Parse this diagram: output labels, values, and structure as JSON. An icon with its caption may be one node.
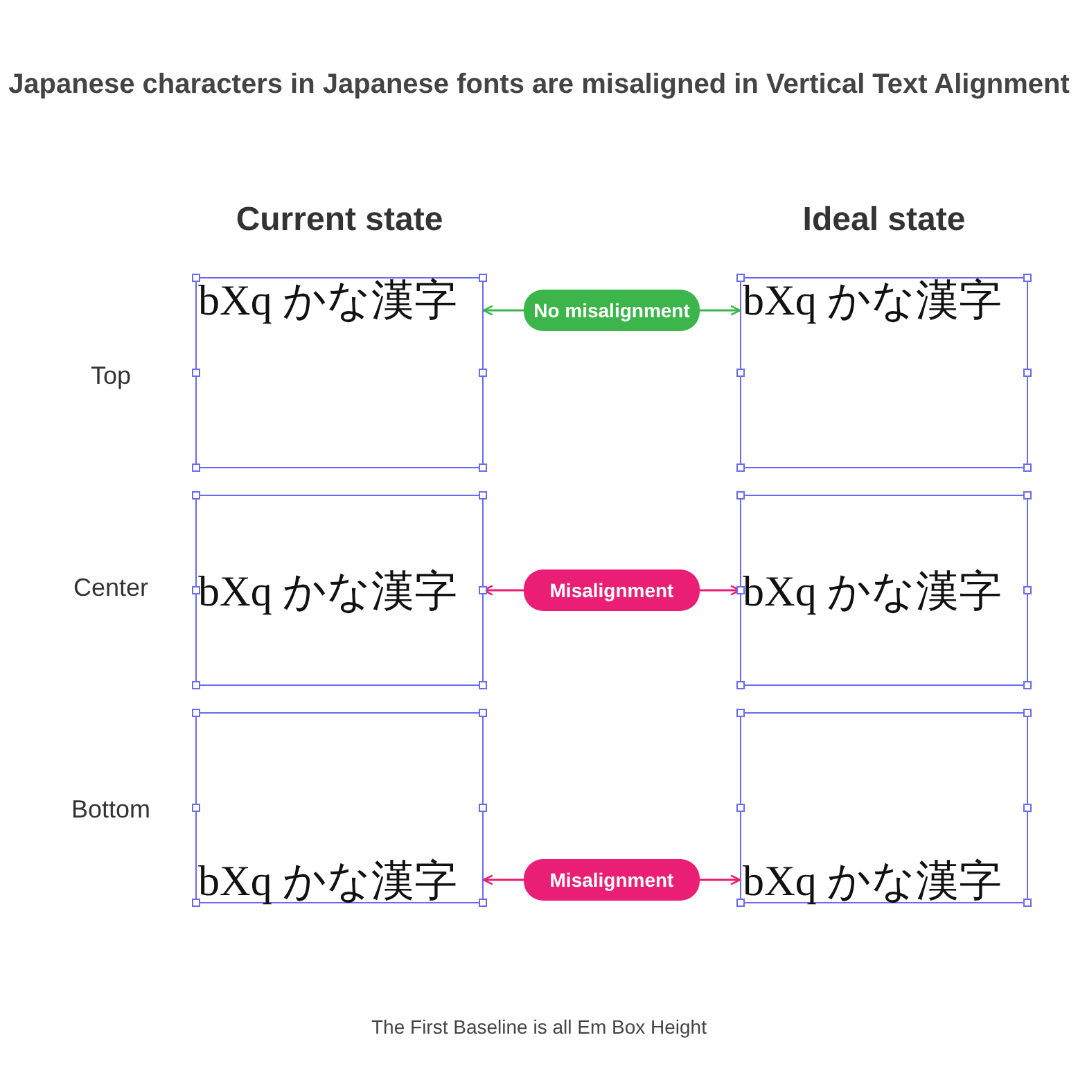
{
  "diagram": {
    "title": "Japanese characters in Japanese fonts are misaligned in Vertical Text Alignment",
    "caption": "The First Baseline is all Em Box Height",
    "nodes": [
      {
        "text": [
          "bXq かな漢字"
        ]
      },
      {
        "text": [
          "No misalignment"
        ]
      },
      {
        "text": [
          "bXq かな漢字"
        ]
      },
      {
        "text": [
          "bXq かな漢字"
        ]
      },
      {
        "text": [
          "Misalignment"
        ]
      },
      {
        "text": [
          "bXq かな漢字"
        ]
      },
      {
        "text": [
          "bXq かな漢字"
        ]
      },
      {
        "text": [
          "Misalignment"
        ]
      },
      {
        "text": [
          "bXq かな漢字"
        ]
      }
    ],
    "edges": [
      {
        "from": 1,
        "to": 0,
        "arrow": "to",
        "color": "#3cb54a"
      },
      {
        "from": 1,
        "to": 2,
        "arrow": "to",
        "color": "#3cb54a"
      },
      {
        "from": 4,
        "to": 3,
        "arrow": "to"
      },
      {
        "from": 4,
        "to": 5,
        "arrow": "to"
      },
      {
        "from": 7,
        "to": 6,
        "arrow": "to"
      },
      {
        "from": 7,
        "to": 8,
        "arrow": "to"
      }
    ],
    "labels": [
      "Current state",
      "Ideal state",
      "Top",
      "Center",
      "Bottom"
    ]
  }
}
